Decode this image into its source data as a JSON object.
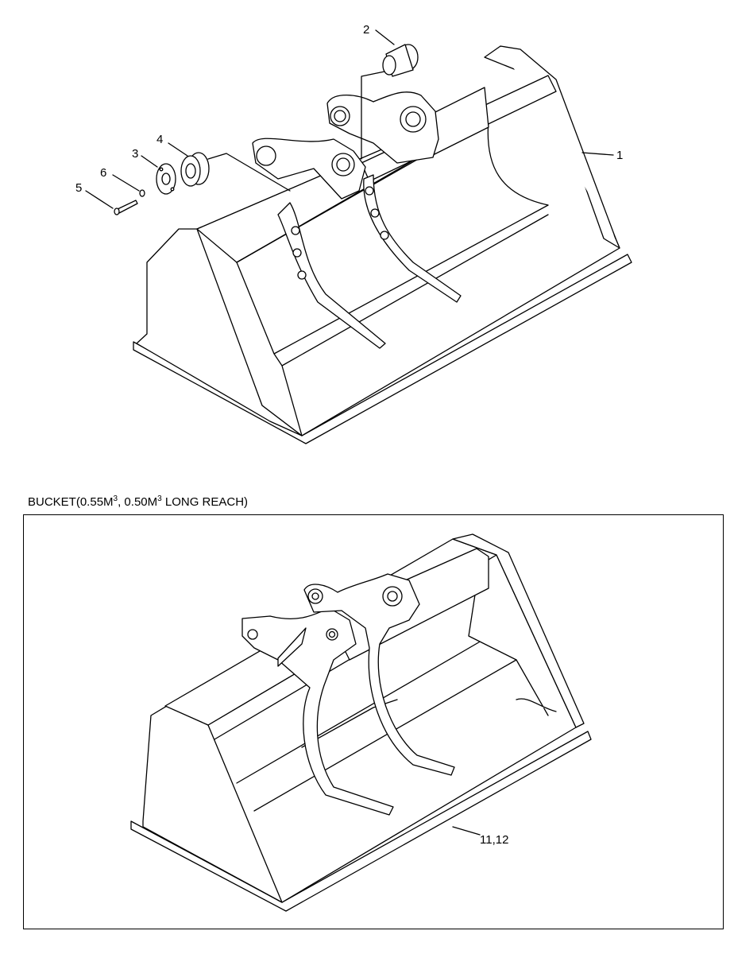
{
  "parts": [
    {
      "id": "1",
      "label": "1"
    },
    {
      "id": "2",
      "label": "2"
    },
    {
      "id": "3",
      "label": "3"
    },
    {
      "id": "4",
      "label": "4"
    },
    {
      "id": "5",
      "label": "5"
    },
    {
      "id": "6",
      "label": "6"
    }
  ],
  "lower_section": {
    "caption_prefix": "BUCKET(0.55M",
    "sup1": "3",
    "caption_mid": ", 0.50M",
    "sup2": "3",
    "caption_suffix": " LONG REACH)",
    "callout": "11,12"
  }
}
